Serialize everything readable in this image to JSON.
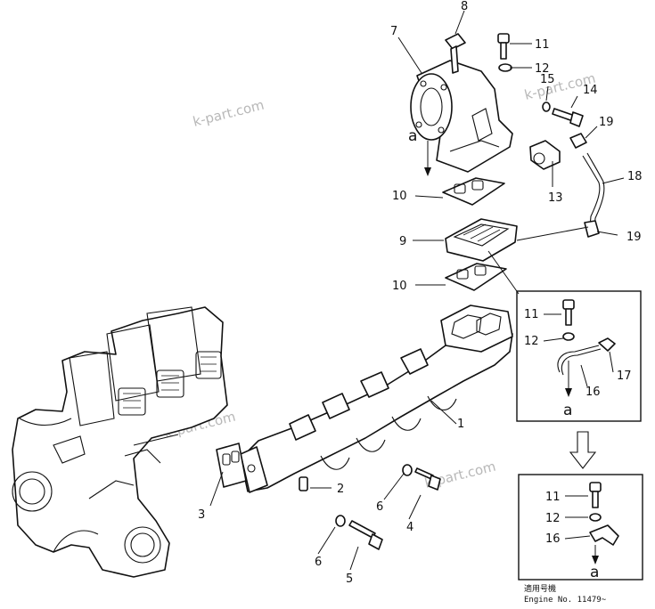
{
  "labels": {
    "l1": "1",
    "l2": "2",
    "l3": "3",
    "l4": "4",
    "l5": "5",
    "l6a": "6",
    "l6b": "6",
    "l7": "7",
    "l8": "8",
    "l9": "9",
    "l10a": "10",
    "l10b": "10",
    "l11a": "11",
    "l11b": "11",
    "l11c": "11",
    "l12a": "12",
    "l12b": "12",
    "l12c": "12",
    "l13": "13",
    "l14": "14",
    "l15": "15",
    "l16a": "16",
    "l16b": "16",
    "l17": "17",
    "l18": "18",
    "l19a": "19",
    "l19b": "19"
  },
  "callouts": {
    "a_main": "a",
    "a_detail1": "a",
    "a_detail2": "a"
  },
  "watermarks": {
    "w1": "k-part.com",
    "w2": "k-part.com",
    "w3": "k-part.com",
    "w4": "k-part.com"
  },
  "serial_note": {
    "line1": "適用号機",
    "line2": "Engine  No. 11479~"
  }
}
